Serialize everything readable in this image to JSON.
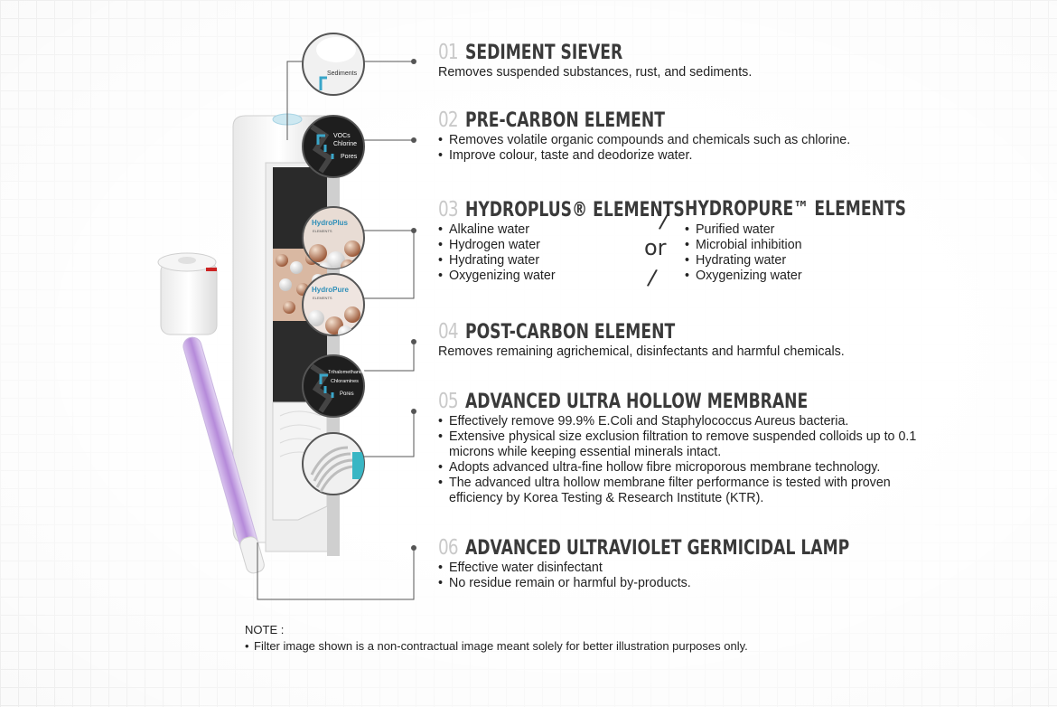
{
  "sections": [
    {
      "num": "01",
      "title": "SEDIMENT SIEVER",
      "desc": "Removes suspended substances, rust, and sediments."
    },
    {
      "num": "02",
      "title": "PRE-CARBON ELEMENT",
      "bullets": [
        "Removes volatile organic compounds and chemicals such as chlorine.",
        "Improve colour, taste and deodorize water."
      ]
    },
    {
      "num": "03",
      "title": "HYDROPLUS® ELEMENTS",
      "bullets": [
        "Alkaline water",
        "Hydrogen water",
        "Hydrating water",
        "Oxygenizing water"
      ]
    },
    {
      "title": "HYDROPURE™ ELEMENTS",
      "bullets": [
        "Purified water",
        "Microbial inhibition",
        "Hydrating water",
        "Oxygenizing water"
      ]
    },
    {
      "num": "04",
      "title": "POST-CARBON ELEMENT",
      "desc": "Removes remaining agrichemical, disinfectants and harmful chemicals."
    },
    {
      "num": "05",
      "title": "ADVANCED ULTRA HOLLOW MEMBRANE",
      "bullets": [
        "Effectively remove 99.9% E.Coli and Staphylococcus Aureus bacteria.",
        "Extensive physical size exclusion filtration to remove suspended colloids up to 0.1 microns while keeping essential minerals intact.",
        "Adopts advanced ultra-fine hollow fibre microporous membrane technology.",
        "The advanced ultra hollow membrane filter performance is tested with proven efficiency by Korea Testing & Research Institute (KTR)."
      ]
    },
    {
      "num": "06",
      "title": "ADVANCED ULTRAVIOLET GERMICIDAL LAMP",
      "bullets": [
        "Effective water disinfectant",
        "No residue remain or harmful by-products."
      ]
    }
  ],
  "or_label": "or",
  "note": {
    "label": "NOTE :",
    "text": "Filter image shown is a non-contractual image meant solely for better illustration purposes only."
  },
  "diagram_labels": {
    "sediments": "Sediments",
    "voc": "VOCs",
    "chlorine": "Chlorine",
    "pores": "Pores",
    "hydroplus_logo": "HydroPlus",
    "hydropure_logo": "HydroPure",
    "elements": "ELEMENTS",
    "trihalomethanes": "Trihalomethanes",
    "chloramines": "Chloramines",
    "pores2": "Pores"
  },
  "colors": {
    "accent": "#3aa6c9",
    "title": "#3a3a3a",
    "num": "#c9c9c9",
    "uv": "#b58ad9"
  }
}
